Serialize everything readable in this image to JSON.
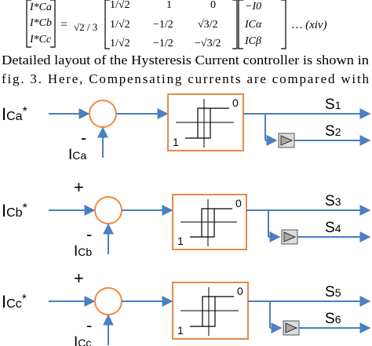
{
  "equation": {
    "lhs": [
      "I*Ca",
      "I*Cb",
      "I*Cc"
    ],
    "coefficient": "√2 / 3",
    "matrix": [
      [
        "1/√2",
        "1",
        "0"
      ],
      [
        "1/√2",
        "−1/2",
        "√3/2"
      ],
      [
        "1/√2",
        "−1/2",
        "−√3/2"
      ]
    ],
    "vector": [
      "−I0",
      "ICα",
      "ICβ"
    ],
    "label": "… (xiv)"
  },
  "paragraph": {
    "line1": "Detailed layout of the Hysteresis Current controller is shown in",
    "line2": "fig. 3. Here, Compensating currents are compared with"
  },
  "blocks": [
    {
      "ref_main": "I",
      "ref_sub": "Ca",
      "ref_star": "*",
      "meas_main": "I",
      "meas_sub": "Ca",
      "plus": "",
      "minus": "-",
      "hyst_high": "0",
      "hyst_low": "1",
      "out1_main": "S",
      "out1_sub": "1",
      "out2_main": "S",
      "out2_sub": "2"
    },
    {
      "ref_main": "I",
      "ref_sub": "Cb",
      "ref_star": "*",
      "meas_main": "I",
      "meas_sub": "Cb",
      "plus": "+",
      "minus": "-",
      "hyst_high": "0",
      "hyst_low": "1",
      "out1_main": "S",
      "out1_sub": "3",
      "out2_main": "S",
      "out2_sub": "4"
    },
    {
      "ref_main": "I",
      "ref_sub": "Cc",
      "ref_star": "*",
      "meas_main": "I",
      "meas_sub": "Cc",
      "plus": "+",
      "minus": "-",
      "hyst_high": "0",
      "hyst_low": "1",
      "out1_main": "S",
      "out1_sub": "5",
      "out2_main": "S",
      "out2_sub": "6"
    }
  ],
  "colors": {
    "wire": "#4a7fc1",
    "circle": "#f08a3c",
    "box": "#e58a4a",
    "buffer_fill": "#a8a8a8",
    "text": "#000000"
  }
}
